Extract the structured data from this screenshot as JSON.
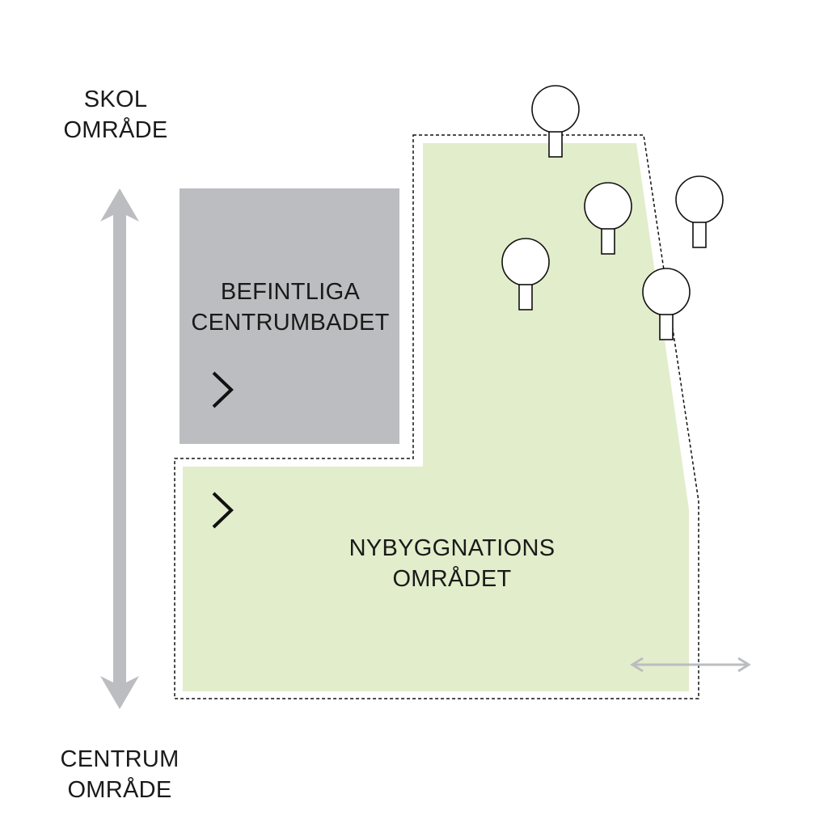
{
  "labels": {
    "school_area": {
      "line1": "SKOL",
      "line2": "OMRÅDE"
    },
    "center_area": {
      "line1": "CENTRUM",
      "line2": "OMRÅDE"
    },
    "existing_bath": {
      "line1": "BEFINTLIGA",
      "line2": "CENTRUMBADET"
    },
    "new_construction": {
      "line1": "NYBYGGNATIONS",
      "line2": "OMRÅDET"
    }
  },
  "colors": {
    "existing_building": "#bcbdc0",
    "new_area": "#e2edcb",
    "arrow": "#bcbdc0",
    "line": "#111111",
    "background": "#ffffff"
  },
  "icons": [
    "tree-icon",
    "chevron-right-icon",
    "double-arrow-icon"
  ]
}
